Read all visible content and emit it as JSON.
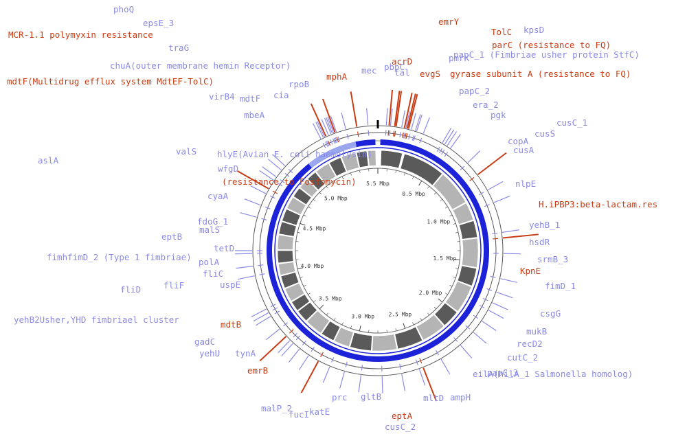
{
  "colors": {
    "gene": "#8a8ae6",
    "resistance": "#c83c14",
    "backbone": "#555555",
    "contig_dark": "#5a5a5a",
    "contig_light": "#b4b4b4",
    "track_blue": "#1c22d8",
    "track_blue_light": "#9aa6ee"
  },
  "genome_mbp": 5.6,
  "scale_ticks": [
    {
      "mbp": 0,
      "text": "5.5 Mbp"
    },
    {
      "mbp": 0.5,
      "text": "0.5 Mbp"
    },
    {
      "mbp": 1.0,
      "text": "1.0 Mbp"
    },
    {
      "mbp": 1.5,
      "text": "1.5 Mbp"
    },
    {
      "mbp": 2.0,
      "text": "2.0 Mbp"
    },
    {
      "mbp": 2.5,
      "text": "2.5 Mbp"
    },
    {
      "mbp": 3.0,
      "text": "3.0 Mbp"
    },
    {
      "mbp": 3.5,
      "text": "3.5 Mbp"
    },
    {
      "mbp": 4.0,
      "text": "4.0 Mbp"
    },
    {
      "mbp": 4.5,
      "text": "4.5 Mbp"
    },
    {
      "mbp": 5.0,
      "text": "5.0 Mbp"
    }
  ],
  "labels": [
    {
      "text": "phoQ",
      "kind": "gene",
      "mbp": 5.26
    },
    {
      "text": "epsE_3",
      "kind": "gene",
      "mbp": 5.28
    },
    {
      "text": "MCR-1.1 polymyxin resistance",
      "kind": "resistance",
      "mbp": 5.29
    },
    {
      "text": "traG",
      "kind": "gene",
      "mbp": 5.27
    },
    {
      "text": "chuA(outer membrane hemin Receptor)",
      "kind": "gene",
      "mbp": 5.24
    },
    {
      "text": "mdtF(Multidrug efflux system MdtEF-TolC)",
      "kind": "resistance",
      "mbp": 5.22
    },
    {
      "text": "virB4",
      "kind": "gene",
      "mbp": 5.2
    },
    {
      "text": "mdtF",
      "kind": "gene",
      "mbp": 5.21
    },
    {
      "text": "mbeA",
      "kind": "gene",
      "mbp": 5.18
    },
    {
      "text": "cia",
      "kind": "gene",
      "mbp": 5.3
    },
    {
      "text": "rpoB",
      "kind": "gene",
      "mbp": 5.37
    },
    {
      "text": "mphA",
      "kind": "resistance",
      "mbp": 5.45
    },
    {
      "text": "mec",
      "kind": "gene",
      "mbp": 5.53
    },
    {
      "text": "pbpC",
      "kind": "gene",
      "mbp": 0.06
    },
    {
      "text": "acrD",
      "kind": "resistance",
      "mbp": 0.08
    },
    {
      "text": "tal",
      "kind": "gene",
      "mbp": 0.09
    },
    {
      "text": "emrY",
      "kind": "resistance",
      "mbp": 0.13
    },
    {
      "text": "evgS",
      "kind": "resistance",
      "mbp": 0.12
    },
    {
      "text": "pmrK",
      "kind": "gene",
      "mbp": 0.17
    },
    {
      "text": "TolC",
      "kind": "resistance",
      "mbp": 0.19
    },
    {
      "text": "kpsD",
      "kind": "gene",
      "mbp": 0.24
    },
    {
      "text": "parC  (resistance to FQ)",
      "kind": "resistance",
      "mbp": 0.21
    },
    {
      "text": "papC_1 (Fimbriae usher protein StfC)",
      "kind": "gene",
      "mbp": 0.2
    },
    {
      "text": "gyrase subunit A (resistance to FQ)",
      "kind": "resistance",
      "mbp": 0.22
    },
    {
      "text": "papC_2",
      "kind": "gene",
      "mbp": 0.27
    },
    {
      "text": "era_2",
      "kind": "gene",
      "mbp": 0.28
    },
    {
      "text": "pgk",
      "kind": "gene",
      "mbp": 0.33
    },
    {
      "text": "cusC_1",
      "kind": "gene",
      "mbp": 0.48
    },
    {
      "text": "cusS",
      "kind": "gene",
      "mbp": 0.52
    },
    {
      "text": "copA",
      "kind": "gene",
      "mbp": 0.5
    },
    {
      "text": "cusA",
      "kind": "gene",
      "mbp": 0.55
    },
    {
      "text": "nlpE",
      "kind": "gene",
      "mbp": 0.71
    },
    {
      "text": "H.iPBP3:beta-lactam.res",
      "kind": "resistance",
      "mbp": 0.82
    },
    {
      "text": "yehB_1",
      "kind": "gene",
      "mbp": 0.95
    },
    {
      "text": "hsdR",
      "kind": "gene",
      "mbp": 1.05
    },
    {
      "text": "srmB_3",
      "kind": "gene",
      "mbp": 1.27
    },
    {
      "text": "KpnE",
      "kind": "resistance",
      "mbp": 1.31
    },
    {
      "text": "fimD_1",
      "kind": "gene",
      "mbp": 1.42
    },
    {
      "text": "csgG",
      "kind": "gene",
      "mbp": 1.6
    },
    {
      "text": "mukB",
      "kind": "gene",
      "mbp": 1.7
    },
    {
      "text": "recD2",
      "kind": "gene",
      "mbp": 1.78
    },
    {
      "text": "cutC_2",
      "kind": "gene",
      "mbp": 1.84
    },
    {
      "text": "papC_3",
      "kind": "gene",
      "mbp": 1.93
    },
    {
      "text": "eilA(hilA_1 Salmonella homolog)",
      "kind": "gene",
      "mbp": 2.03
    },
    {
      "text": "ampH",
      "kind": "gene",
      "mbp": 2.16
    },
    {
      "text": "mltD",
      "kind": "gene",
      "mbp": 2.33
    },
    {
      "text": "eptA",
      "kind": "resistance",
      "mbp": 2.47
    },
    {
      "text": "cusC_2",
      "kind": "gene",
      "mbp": 2.5
    },
    {
      "text": "gltB",
      "kind": "gene",
      "mbp": 2.63
    },
    {
      "text": "prc",
      "kind": "gene",
      "mbp": 2.77
    },
    {
      "text": "katE",
      "kind": "gene",
      "mbp": 2.92
    },
    {
      "text": "fucI",
      "kind": "gene",
      "mbp": 3.04
    },
    {
      "text": "malP_2",
      "kind": "gene",
      "mbp": 3.15
    },
    {
      "text": "emrB",
      "kind": "resistance",
      "mbp": 3.24
    },
    {
      "text": "tynA",
      "kind": "gene",
      "mbp": 3.32
    },
    {
      "text": "yehU",
      "kind": "gene",
      "mbp": 3.4
    },
    {
      "text": "gadC",
      "kind": "gene",
      "mbp": 3.46
    },
    {
      "text": "yehB2Usher,YHD fimbriael cluster",
      "kind": "gene",
      "mbp": 3.49
    },
    {
      "text": "mdtB",
      "kind": "resistance",
      "mbp": 3.53
    },
    {
      "text": "uspE",
      "kind": "gene",
      "mbp": 3.6
    },
    {
      "text": "fliD",
      "kind": "gene",
      "mbp": 3.71
    },
    {
      "text": "fliF",
      "kind": "gene",
      "mbp": 3.74
    },
    {
      "text": "fliC",
      "kind": "gene",
      "mbp": 3.77
    },
    {
      "text": "fimhfimD_2 (Type 1 fimbriae)",
      "kind": "gene",
      "mbp": 4.02
    },
    {
      "text": "tetD",
      "kind": "gene",
      "mbp": 4.09
    },
    {
      "text": "eptB",
      "kind": "gene",
      "mbp": 4.18
    },
    {
      "text": "malS",
      "kind": "gene",
      "mbp": 4.2
    },
    {
      "text": "polA",
      "kind": "gene",
      "mbp": 4.44
    },
    {
      "text": "fdoG_1",
      "kind": "gene",
      "mbp": 4.53
    },
    {
      "text": "cyaA",
      "kind": "gene",
      "mbp": 4.62
    },
    {
      "text": "(resistance to Fosfomycin)",
      "kind": "resistance",
      "mbp": 4.66
    },
    {
      "text": "aslA",
      "kind": "gene",
      "mbp": 4.73
    },
    {
      "text": "valS",
      "kind": "gene",
      "mbp": 4.76
    },
    {
      "text": "wfgD",
      "kind": "gene",
      "mbp": 4.82
    },
    {
      "text": "hlyE(Avian E. coli haemolysin)",
      "kind": "gene",
      "mbp": 4.86
    }
  ]
}
